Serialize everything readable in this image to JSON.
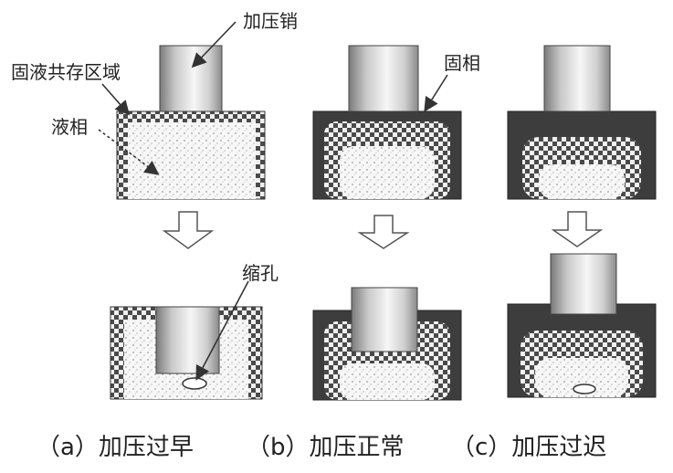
{
  "annotations": {
    "pin": "加压销",
    "mushy_zone": "固液共存区域",
    "liquid": "液相",
    "solid": "固相",
    "shrinkage": "缩孔"
  },
  "captions": {
    "a": "（a）加压过早",
    "b": "（b）加压正常",
    "c": "（c）加压过迟"
  },
  "colors": {
    "solid_phase": "#3d3d3d",
    "mushy_checker": "#4a4a4a",
    "pin_light": "#f4f4f4",
    "pin_dark": "#777777",
    "arrow_fill": "#ffffff"
  }
}
